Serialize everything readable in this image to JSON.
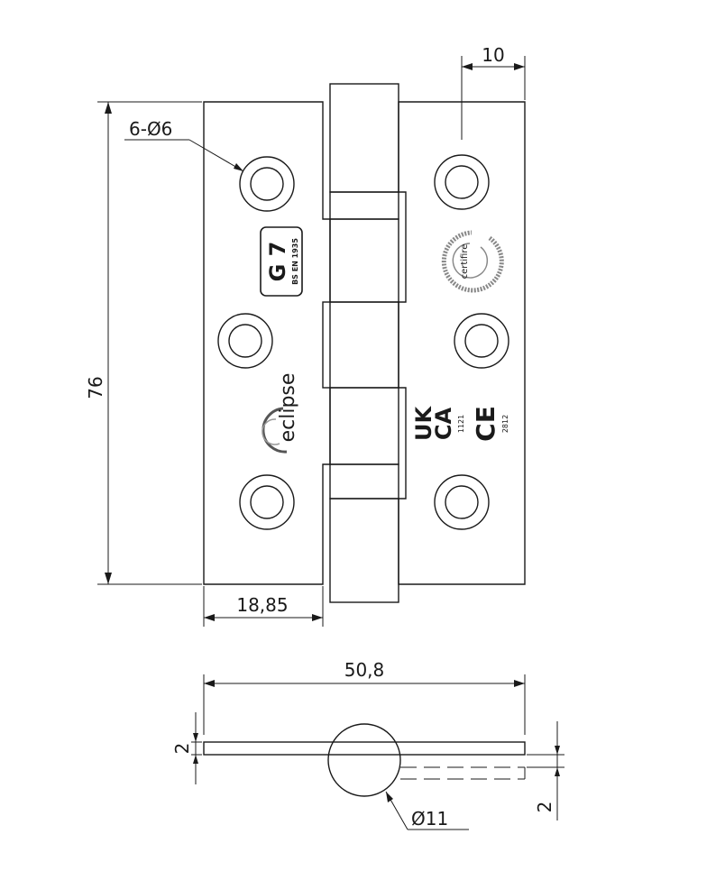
{
  "dimensions": {
    "holes": "6-Ø6",
    "height": "76",
    "hole_edge": "10",
    "leaf_width": "18,85",
    "total_width": "50,8",
    "thickness_left": "2",
    "thickness_right": "2",
    "knuckle_diameter": "Ø11"
  },
  "markings": {
    "grade": "G 7",
    "standard": "BS EN 1935",
    "brand": "eclipse",
    "certifier": "certifire",
    "ukca_uk": "UK",
    "ukca_ca": "CA",
    "ukca_number": "1121",
    "ce": "CE",
    "ce_number": "2812"
  }
}
